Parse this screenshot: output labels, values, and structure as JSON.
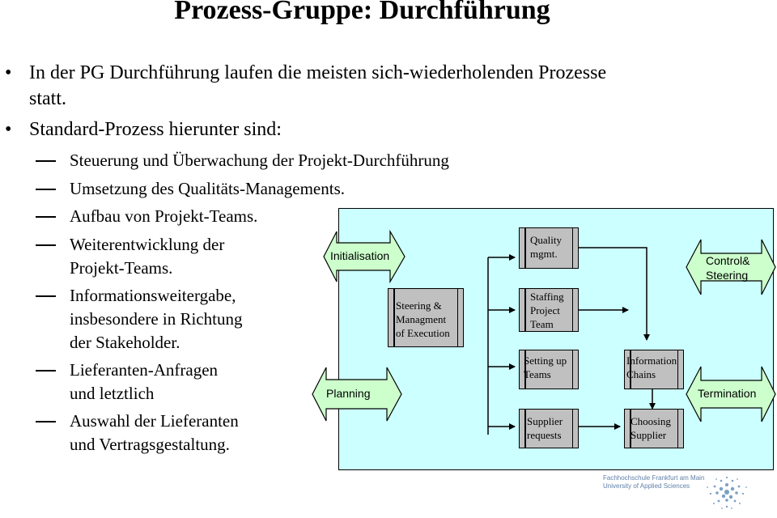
{
  "title": "Prozess-Gruppe: Durchführung",
  "bullets": [
    {
      "line1": "In der PG Durchführung laufen die meisten sich-wiederholenden Prozesse",
      "line2": "statt."
    },
    {
      "line1": "Standard-Prozess hierunter sind:"
    }
  ],
  "subitems": [
    {
      "lines": [
        "Steuerung und Überwachung der Projekt-Durchführung"
      ]
    },
    {
      "lines": [
        "Umsetzung des Qualitäts-Managements."
      ]
    },
    {
      "lines": [
        "Aufbau von Projekt-Teams."
      ]
    },
    {
      "lines": [
        "Weiterentwicklung der",
        "Projekt-Teams."
      ]
    },
    {
      "lines": [
        "Informationsweitergabe,",
        "insbesondere in Richtung",
        "der Stakeholder."
      ]
    },
    {
      "lines": [
        "Lieferanten-Anfragen",
        "und letztlich"
      ]
    },
    {
      "lines": [
        "Auswahl der Lieferanten",
        "und Vertragsgestaltung."
      ]
    }
  ],
  "diagram": {
    "arrows": {
      "initialisation": "Initialisation",
      "planning": "Planning",
      "control": "Control&\nSteering",
      "termination": "Termination"
    },
    "boxes": {
      "steering": "Steering &\nManagment\nof Execution",
      "quality": "Quality\nmgmt.",
      "staffing": "Staffing\nProject\nTeam",
      "setting_up": "Setting up\nTeams",
      "supplier_requests": "Supplier\nrequests",
      "information_chains": "Information\nChains",
      "choosing_supplier": "Choosing\nSupplier"
    }
  },
  "logo": {
    "line1": "Fachhochschule Frankfurt am Main",
    "line2": "University of Applied Sciences"
  },
  "colors": {
    "diagram_bg": "#ccffff",
    "arrow_fill": "#ccffcc",
    "box_fill": "#c0c0c0",
    "logo_text": "#6080a8"
  }
}
